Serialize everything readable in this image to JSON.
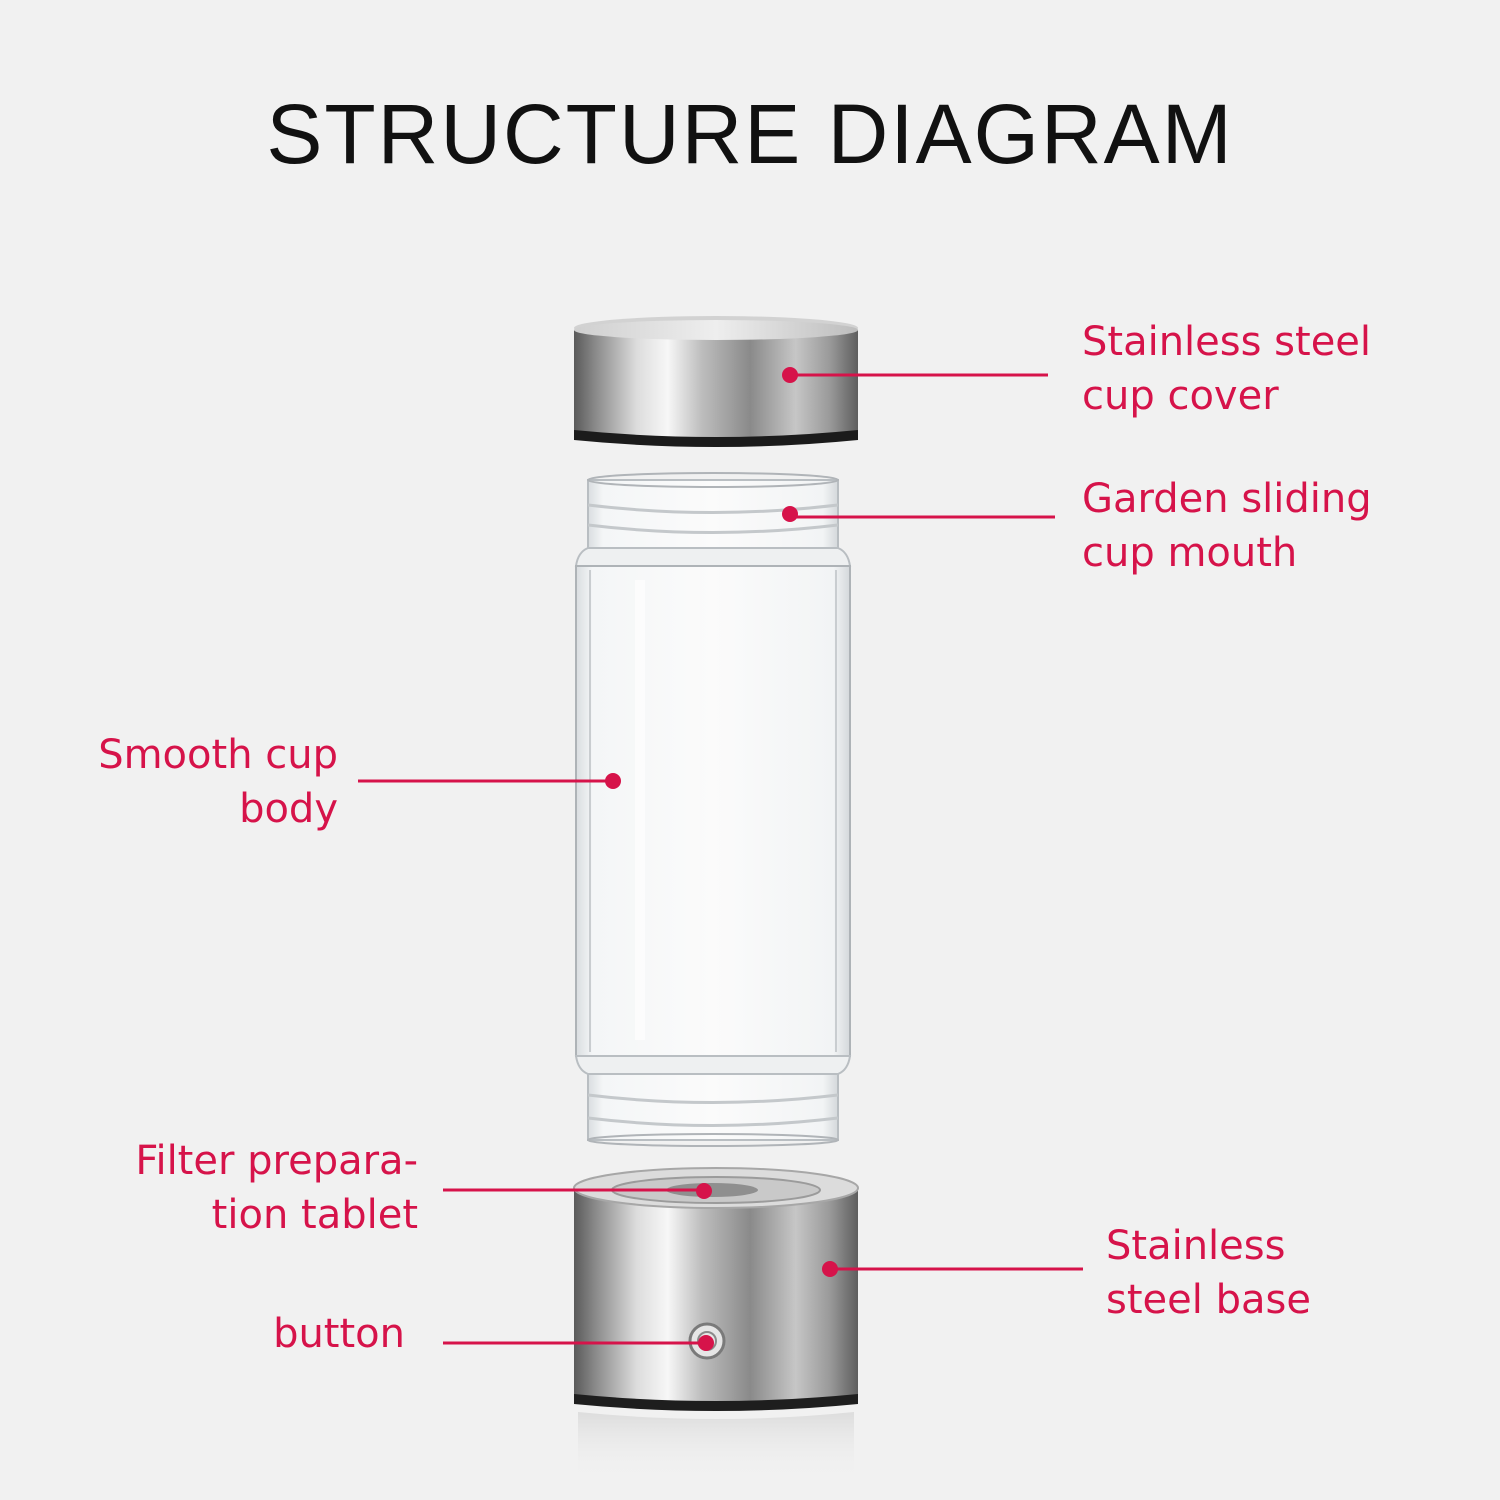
{
  "title": "STRUCTURE DIAGRAM",
  "accent_color": "#d6134a",
  "parts": [
    {
      "key": "cover",
      "lines": [
        "Stainless steel",
        "cup cover"
      ]
    },
    {
      "key": "mouth",
      "lines": [
        "Garden sliding",
        "cup mouth"
      ]
    },
    {
      "key": "body",
      "lines": [
        "Smooth cup",
        "body"
      ]
    },
    {
      "key": "filter",
      "lines": [
        "Filter prepara-",
        "tion tablet"
      ]
    },
    {
      "key": "base",
      "lines": [
        "Stainless",
        "steel base"
      ]
    },
    {
      "key": "button",
      "lines": [
        "button"
      ]
    }
  ]
}
